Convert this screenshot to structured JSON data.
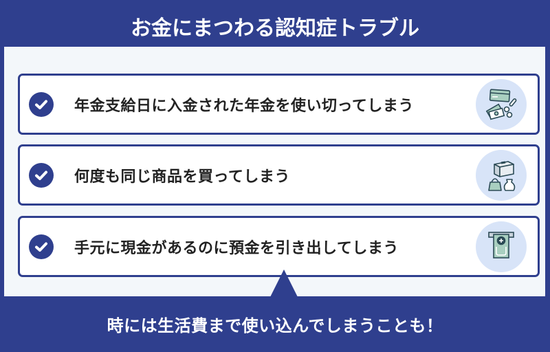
{
  "header": {
    "title": "お金にまつわる認知症トラブル"
  },
  "items": [
    {
      "text": "年金支給日に入金された年金を使い切ってしまう",
      "icon": "check-circle-icon",
      "illustration": "credit-card-and-money-icon"
    },
    {
      "text": "何度も同じ商品を買ってしまう",
      "icon": "check-circle-icon",
      "illustration": "box-bag-vase-icon"
    },
    {
      "text": "手元に現金があるのに預金を引き出してしまう",
      "icon": "check-circle-icon",
      "illustration": "atm-cash-withdrawal-icon"
    }
  ],
  "footer": {
    "text": "時には生活費まで使い込んでしまうことも！"
  },
  "colors": {
    "navy": "#2f3f8e",
    "panel": "#f3f7fa",
    "card": "#ffffff",
    "text": "#222222",
    "illustration_bg": "#d8e4f8",
    "illustration_fill": "#a9cfc0",
    "illustration_stroke": "#2b4a55"
  }
}
